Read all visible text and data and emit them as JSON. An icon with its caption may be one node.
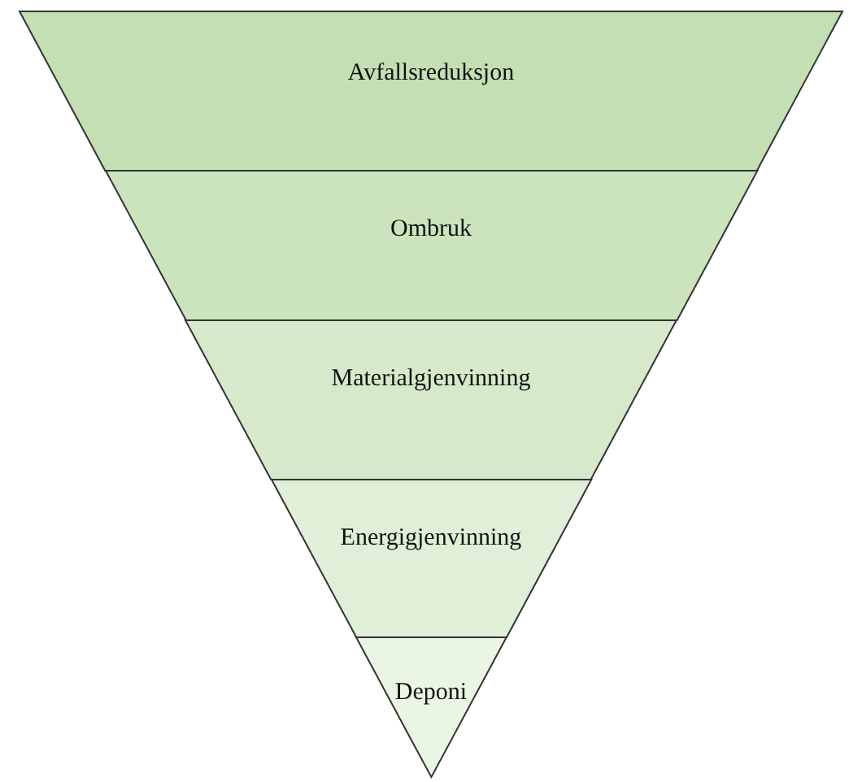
{
  "diagram": {
    "nodes": [
      {
        "text": [
          "Avfallsreduksjon"
        ]
      },
      {
        "text": [
          "Ombruk"
        ]
      },
      {
        "text": [
          "Materialgjenvinning"
        ]
      },
      {
        "text": [
          "Energigjenvinning"
        ]
      },
      {
        "text": [
          "Deponi"
        ]
      }
    ]
  }
}
